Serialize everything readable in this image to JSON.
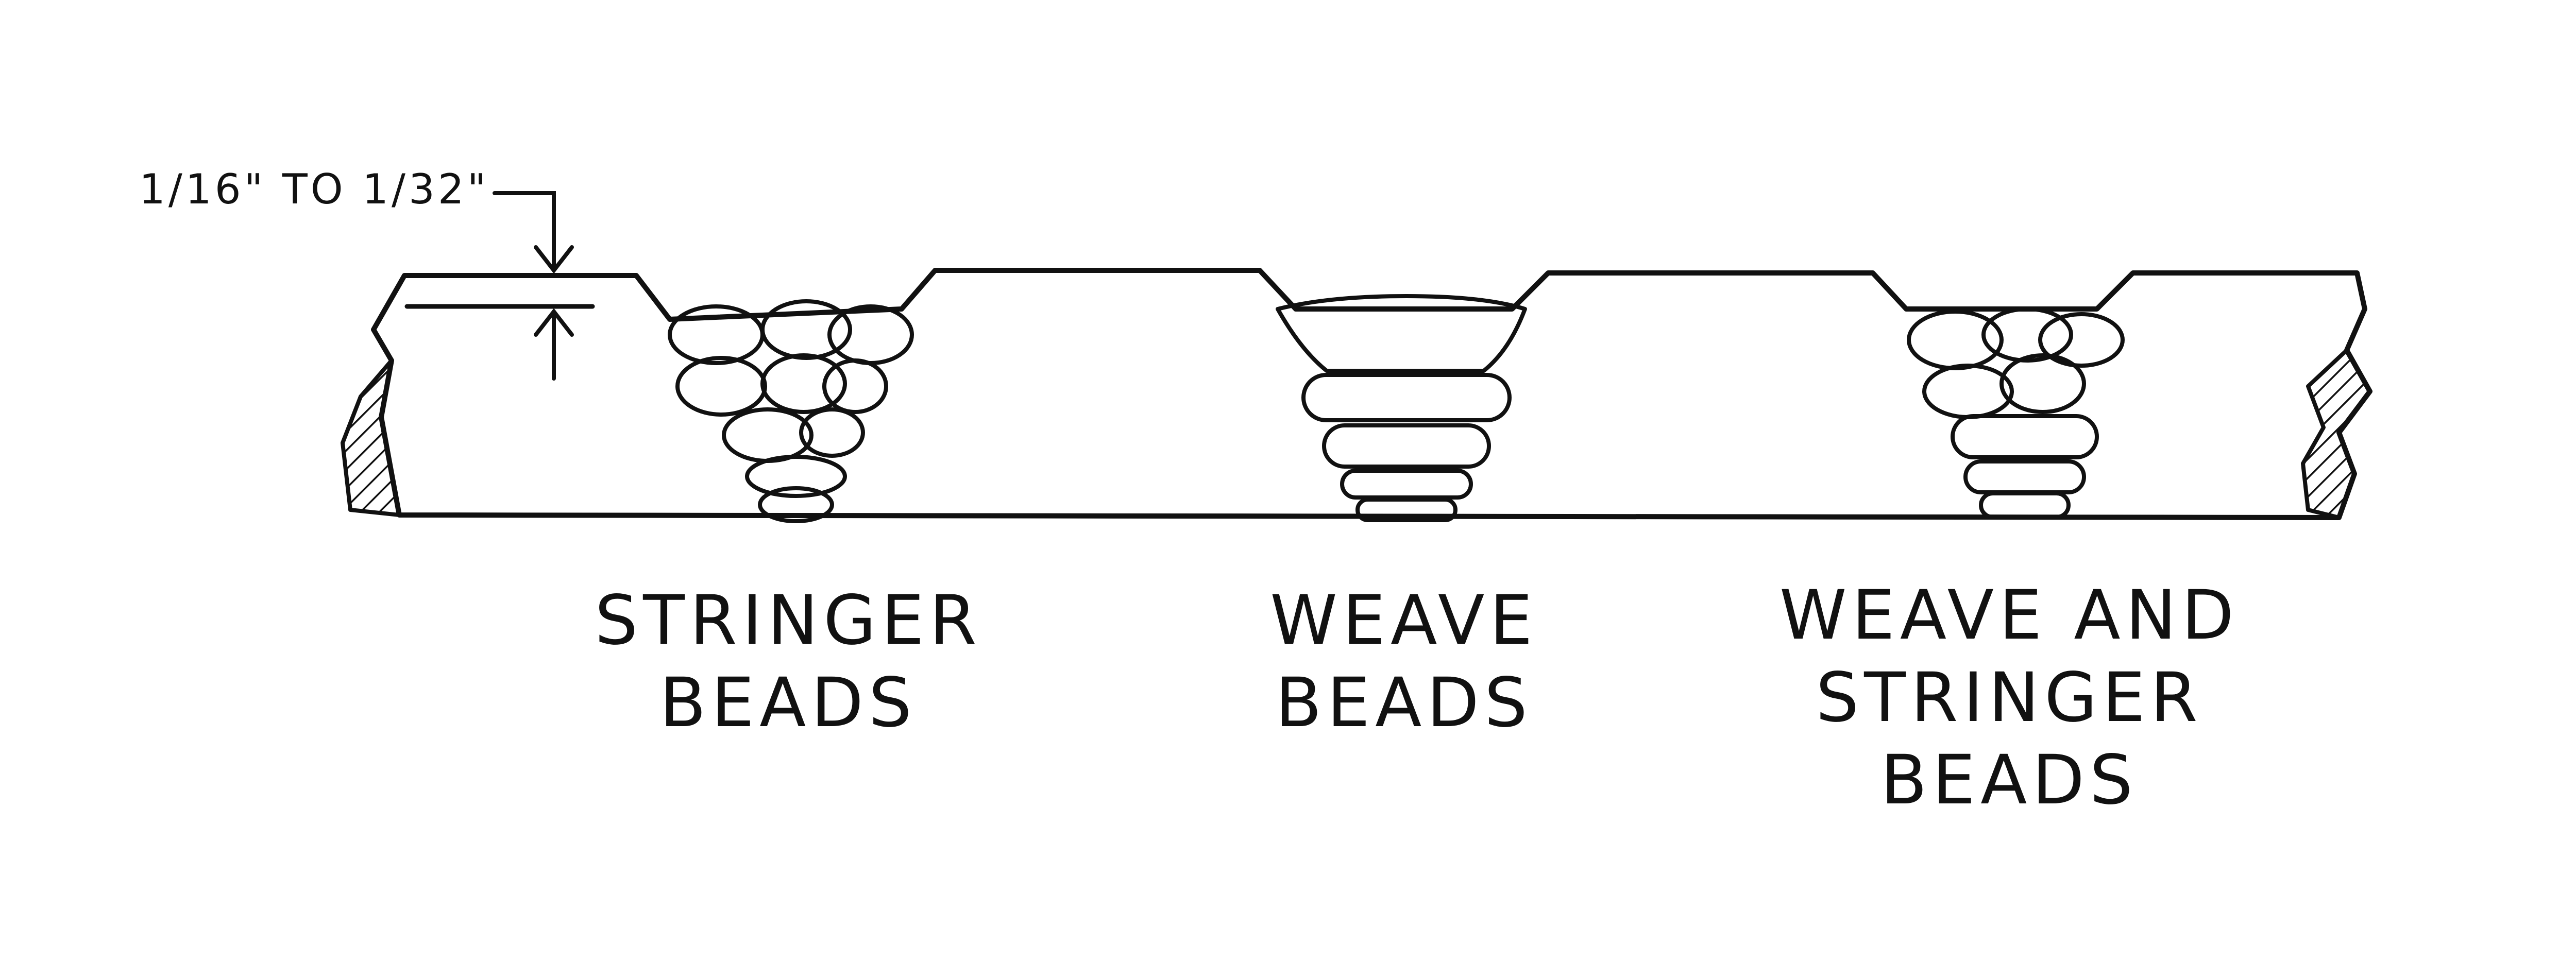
{
  "diagram": {
    "dimension_label": "1/16\" TO 1/32\"",
    "sections": [
      {
        "lines": [
          "STRINGER",
          "BEADS"
        ]
      },
      {
        "lines": [
          "WEAVE",
          "BEADS"
        ]
      },
      {
        "lines": [
          "WEAVE AND",
          "STRINGER",
          "BEADS"
        ]
      }
    ]
  }
}
